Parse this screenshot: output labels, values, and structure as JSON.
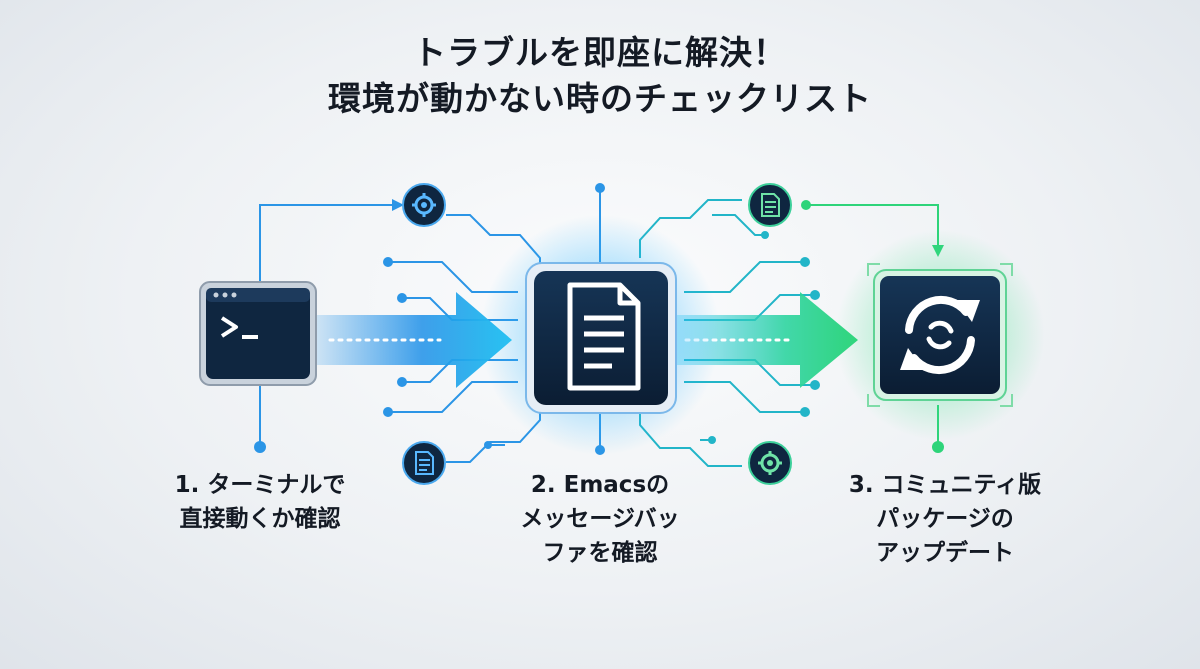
{
  "title": {
    "line1": "トラブルを即座に解決！",
    "line2": "環境が動かない時のチェックリスト"
  },
  "steps": [
    {
      "lines": [
        "1. ターミナルで",
        "直接動くか確認"
      ],
      "icon": "terminal-icon"
    },
    {
      "lines": [
        "2. Emacsの",
        "メッセージバッ",
        "ファを確認"
      ],
      "icon": "document-icon"
    },
    {
      "lines": [
        "3. コミュニティ版",
        "パッケージの",
        "アップデート"
      ],
      "icon": "refresh-icon"
    }
  ],
  "side_icons": [
    "gear-icon",
    "document-icon",
    "document-icon",
    "gear-icon"
  ],
  "colors": {
    "blue": "#1e90e8",
    "cyan": "#27c4f0",
    "green": "#2ed47a",
    "navy": "#0f2640",
    "text": "#141a24"
  }
}
